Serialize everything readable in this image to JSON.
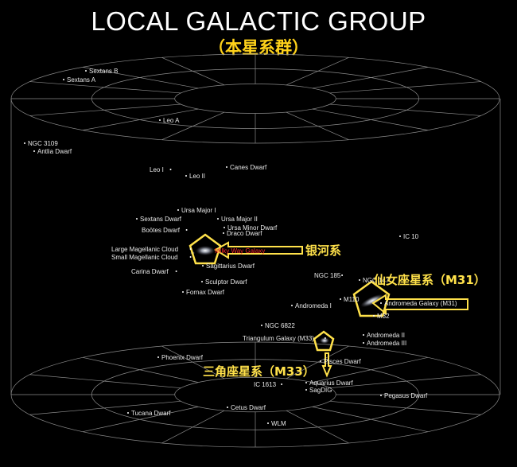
{
  "title": "LOCAL GALACTIC GROUP",
  "subtitle": "（本星系群）",
  "galaxies": [
    {
      "name": "Sextans B"
    },
    {
      "name": "Sextans A"
    },
    {
      "name": "Leo A"
    },
    {
      "name": "NGC 3109"
    },
    {
      "name": "Antlia Dwarf"
    },
    {
      "name": "Leo I"
    },
    {
      "name": "Canes Dwarf"
    },
    {
      "name": "Leo II"
    },
    {
      "name": "Ursa Major I"
    },
    {
      "name": "Sextans Dwarf"
    },
    {
      "name": "Ursa Major II"
    },
    {
      "name": "Ursa Minor Dwarf"
    },
    {
      "name": "Boötes Dwarf"
    },
    {
      "name": "Draco Dwarf"
    },
    {
      "name": "Large Magellanic Cloud"
    },
    {
      "name": "Small Magellanic Cloud"
    },
    {
      "name": "Milky Way Galaxy"
    },
    {
      "name": "Sagittarius Dwarf"
    },
    {
      "name": "Carina Dwarf"
    },
    {
      "name": "Sculptor Dwarf"
    },
    {
      "name": "Fornax Dwarf"
    },
    {
      "name": "IC 10"
    },
    {
      "name": "NGC 185"
    },
    {
      "name": "NGC 147"
    },
    {
      "name": "M110"
    },
    {
      "name": "Andromeda Galaxy (M31)"
    },
    {
      "name": "M32"
    },
    {
      "name": "Andromeda I"
    },
    {
      "name": "Andromeda II"
    },
    {
      "name": "Andromeda III"
    },
    {
      "name": "NGC 6822"
    },
    {
      "name": "Triangulum Galaxy (M33)"
    },
    {
      "name": "Phoenix Dwarf"
    },
    {
      "name": "Pisces Dwarf"
    },
    {
      "name": "IC 1613"
    },
    {
      "name": "Aquarius Dwarf"
    },
    {
      "name": "SagDIG"
    },
    {
      "name": "Pegasus Dwarf"
    },
    {
      "name": "Tucana Dwarf"
    },
    {
      "name": "Cetus Dwarf"
    },
    {
      "name": "WLM"
    }
  ],
  "callouts": {
    "milky_way": "银河系",
    "andromeda": "仙女座星系（M31）",
    "triangulum": "三角座星系（M33）"
  },
  "colors": {
    "callout": "#ffe14a",
    "milky_way_label": "#ff2a2a",
    "grid": "#8a8a8a"
  }
}
